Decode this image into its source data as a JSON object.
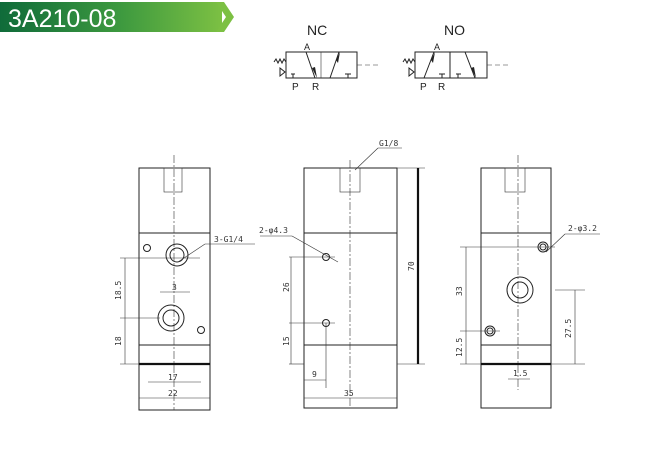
{
  "header": {
    "title": "3A210-08",
    "brand_color": "#2e8b3e"
  },
  "symbols": {
    "nc": {
      "label": "NC",
      "port_a": "A",
      "port_p": "P",
      "port_r": "R"
    },
    "no": {
      "label": "NO",
      "port_a": "A",
      "port_p": "P",
      "port_r": "R"
    }
  },
  "front_view": {
    "port_callout": "3-G1/4",
    "dims": {
      "spacing": "3",
      "h1": "18.5",
      "h2": "18",
      "w1": "17",
      "w2": "22"
    }
  },
  "side_view": {
    "port_callout": "G1/8",
    "hole_callout": "2-φ4.3",
    "dims": {
      "h1": "26",
      "h2": "15",
      "x": "9",
      "width": "35",
      "height": "70"
    }
  },
  "rear_view": {
    "hole_callout": "2-φ3.2",
    "dims": {
      "h1": "33",
      "h2": "12.5",
      "h3": "27.5",
      "offset": "1.5"
    }
  }
}
